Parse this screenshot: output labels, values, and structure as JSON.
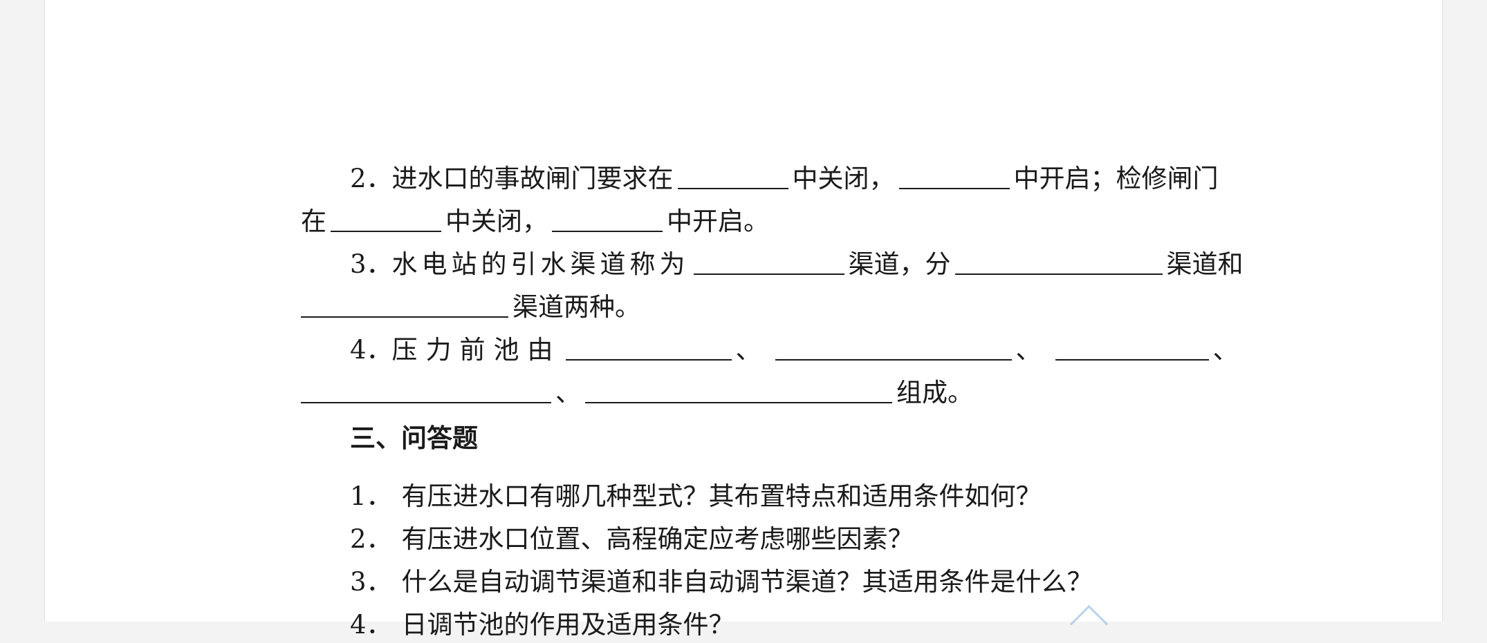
{
  "document": {
    "fill_in": {
      "q2": {
        "num": "2．",
        "p1": "进水口的事故闸门要求在",
        "p2": "中关闭，",
        "p3": "中开启；检修闸门",
        "p4": "在",
        "p5": "中关闭，",
        "p6": "中开启。"
      },
      "q3": {
        "num": "3．",
        "p1": "水电站的引水渠道称为",
        "p2": "渠道，分",
        "p3": "渠道和",
        "p4": "渠道两种。"
      },
      "q4": {
        "num": "4．",
        "p1": "压力前池由",
        "sep1": "、",
        "sep2": "、",
        "sep3": "、",
        "sep4": "、",
        "p2": "组成。"
      }
    },
    "section_heading": "三、问答题",
    "questions": [
      {
        "num": "1．",
        "text": "有压进水口有哪几种型式？其布置特点和适用条件如何？"
      },
      {
        "num": "2．",
        "text": "有压进水口位置、高程确定应考虑哪些因素？"
      },
      {
        "num": "3．",
        "text": "什么是自动调节渠道和非自动调节渠道？其适用条件是什么？"
      },
      {
        "num": "4．",
        "text": "日调节池的作用及适用条件？"
      }
    ]
  }
}
